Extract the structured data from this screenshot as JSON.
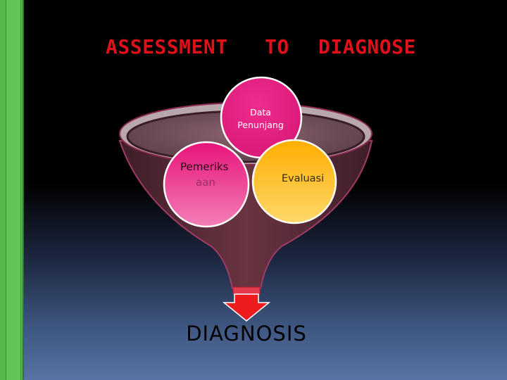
{
  "title": {
    "word1": "ASSESSMENT",
    "word2": "TO",
    "word3": "DIAGNOSE"
  },
  "diagram": {
    "circles": {
      "data_penunjang": {
        "line1": "Data",
        "line2": "Penunjang",
        "color": "#e81e84"
      },
      "pemeriksaan": {
        "line1": "Pemeriks",
        "line2": "aan",
        "color": "#f06aa8"
      },
      "evaluasi": {
        "label": "Evaluasi",
        "color": "#ffb400"
      }
    },
    "result": "DIAGNOSIS",
    "arrow_color": "#ee1c1c",
    "funnel_color": "#5a2a36"
  }
}
